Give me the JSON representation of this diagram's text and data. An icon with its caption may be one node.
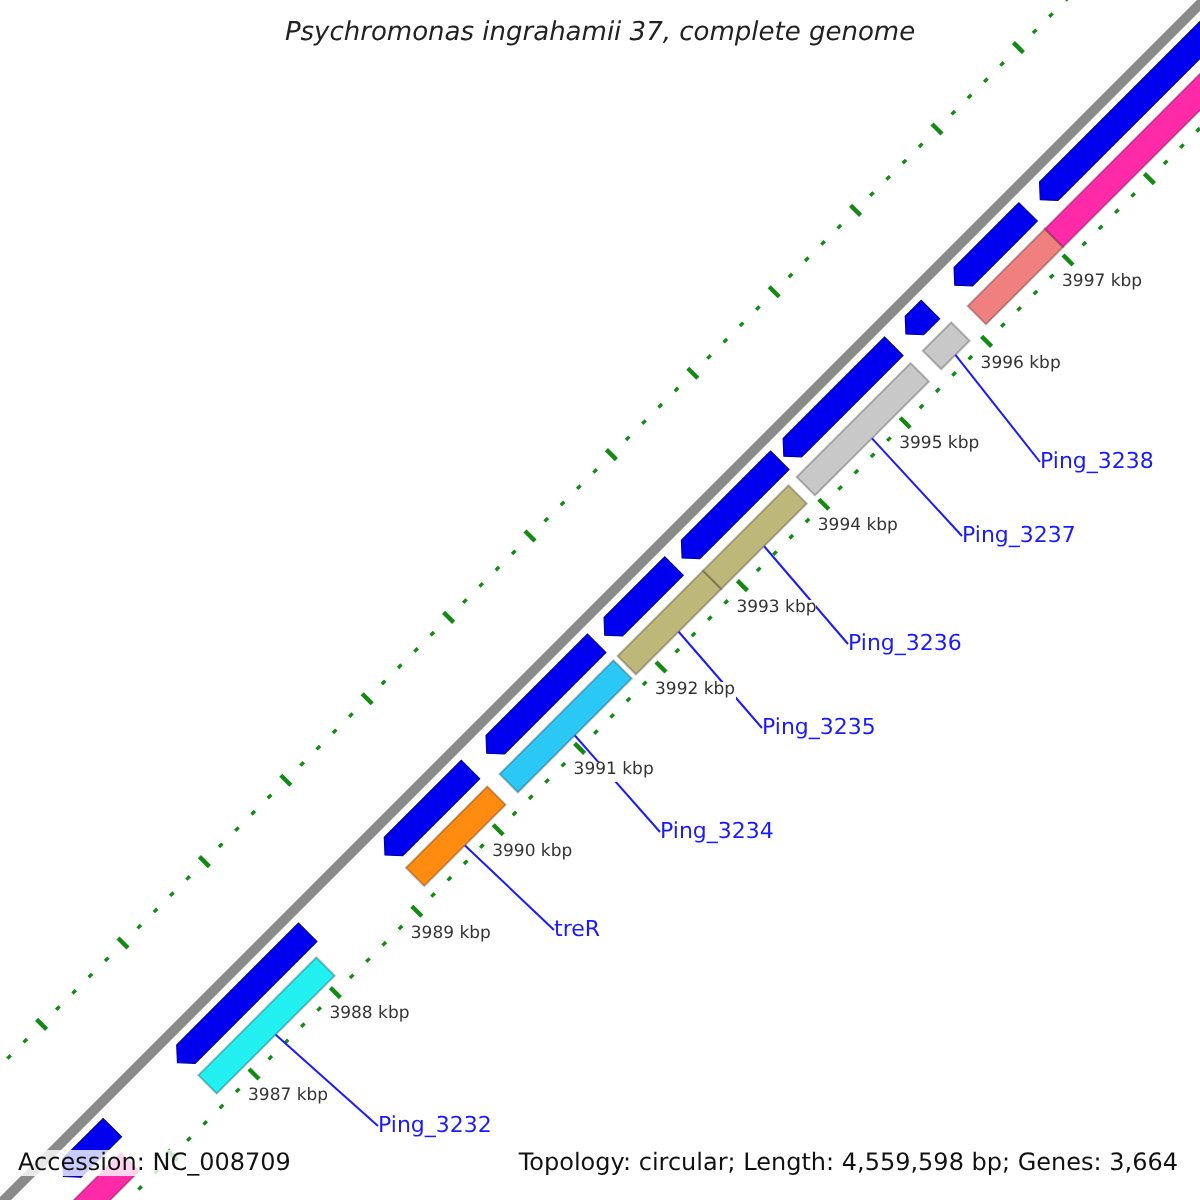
{
  "diagram": {
    "title": "Psychromonas ingrahamii 37, complete genome",
    "nodes": [
      {
        "text": [
          "Ping_3232"
        ]
      },
      {
        "text": [
          "treR"
        ]
      },
      {
        "text": [
          "Ping_3234"
        ]
      },
      {
        "text": [
          "Ping_3235"
        ]
      },
      {
        "text": [
          "Ping_3236"
        ]
      },
      {
        "text": [
          "Ping_3237"
        ]
      },
      {
        "text": [
          "Ping_3238"
        ]
      },
      {
        "text": [],
        "shape": "bar"
      },
      {
        "text": [],
        "shape": "bar"
      },
      {
        "text": [],
        "shape": "bar"
      },
      {
        "text": [],
        "shape": "bar"
      },
      {
        "text": [],
        "shape": "bar"
      },
      {
        "text": [],
        "shape": "bar"
      },
      {
        "text": [],
        "shape": "bar"
      },
      {
        "text": [],
        "shape": "pentagon"
      },
      {
        "text": [],
        "shape": "pentagon"
      },
      {
        "text": [],
        "shape": "pentagon"
      },
      {
        "text": [],
        "shape": "pentagon"
      },
      {
        "text": [],
        "shape": "pentagon"
      },
      {
        "text": [],
        "shape": "pentagon"
      },
      {
        "text": [],
        "shape": "pentagon"
      },
      {
        "text": [],
        "shape": "pentagon"
      },
      {
        "text": [],
        "shape": "pentagon"
      },
      {
        "text": [],
        "shape": "pentagon"
      },
      {
        "text": [],
        "shape": "bar"
      },
      {
        "text": [],
        "shape": "bar"
      },
      {
        "text": [],
        "shape": "bar"
      }
    ],
    "edges": [
      {
        "from": 0,
        "to": 7,
        "arrow": "none"
      },
      {
        "from": 1,
        "to": 8,
        "arrow": "none"
      },
      {
        "from": 2,
        "to": 9,
        "arrow": "none"
      },
      {
        "from": 3,
        "to": 10,
        "arrow": "none"
      },
      {
        "from": 4,
        "to": 11,
        "arrow": "none"
      },
      {
        "from": 5,
        "to": 12,
        "arrow": "none"
      },
      {
        "from": 6,
        "to": 13,
        "arrow": "none"
      }
    ],
    "labels": [
      "3997 kbp",
      "3996 kbp",
      "3995 kbp",
      "3994 kbp",
      "3993 kbp",
      "3992 kbp",
      "3991 kbp",
      "3990 kbp",
      "3989 kbp",
      "3988 kbp",
      "3987 kbp",
      "Accession: NC_008709",
      "Topology: circular; Length: 4,559,598 bp; Genes: 3,664"
    ]
  }
}
